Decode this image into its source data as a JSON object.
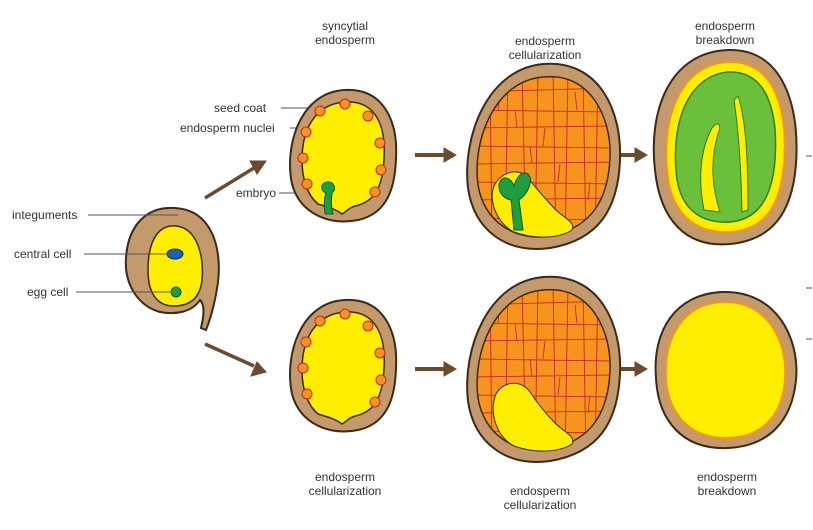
{
  "labels": {
    "integuments": "integuments",
    "central_cell": "central cell",
    "egg_cell": "egg cell",
    "seed_coat": "seed coat",
    "endosperm_nuclei": "endosperm nuclei",
    "embryo": "embryo",
    "top_stage_1": [
      "syncytial",
      "endosperm"
    ],
    "top_stage_2": [
      "endosperm",
      "cellularization"
    ],
    "top_stage_3": [
      "endosperm",
      "breakdown"
    ],
    "bottom_stage_1": [
      "endosperm",
      "cellularization"
    ],
    "bottom_stage_2": [
      "endosperm",
      "cellularization"
    ],
    "bottom_stage_3": [
      "endosperm",
      "breakdown"
    ]
  },
  "colors": {
    "seed_coat": "#c49a6c",
    "outline": "#3a2a1a",
    "endosperm": "#ffee00",
    "cellular_endosperm": "#f7941d",
    "cell_walls": "#c1272d",
    "nuclei": "#f7941d",
    "embryo": "#1e9e3e",
    "cotyledon": "#6abf3b",
    "central_cell_nucleus": "#1c5fb8",
    "arrow": "#6b4a2e",
    "leader_line": "#555555"
  }
}
